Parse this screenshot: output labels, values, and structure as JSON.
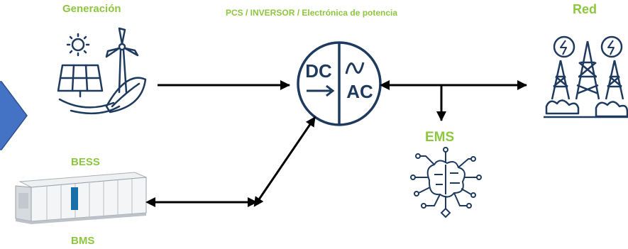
{
  "labels": {
    "generation": "Generación",
    "pcs": "PCS / INVERSOR / Electrónica de potencia",
    "grid": "Red",
    "ems": "EMS",
    "bess": "BESS",
    "bms": "BMS"
  },
  "inverter": {
    "dc": "DC",
    "ac": "AC"
  },
  "colors": {
    "label_green": "#8dc63f",
    "icon_navy": "#1f3a5f",
    "icon_blue": "#1b6fa8",
    "arrow_blue": "#4472c4",
    "line_black": "#000000"
  },
  "icons": [
    "renewable-generation-icon",
    "inverter-dc-ac-icon",
    "power-grid-icon",
    "ai-brain-circuit-icon",
    "battery-container-icon",
    "side-arrow-icon"
  ]
}
